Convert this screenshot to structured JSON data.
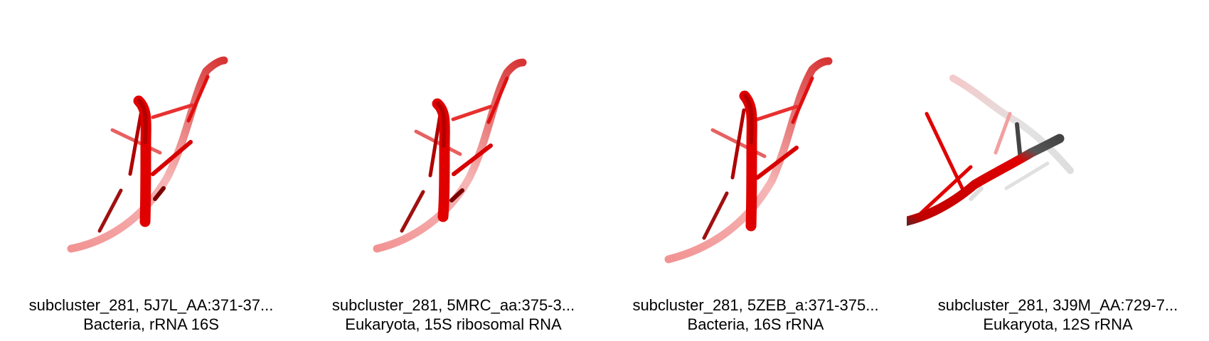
{
  "panels": [
    {
      "title": "subcluster_281, 5J7L_AA:371-37...",
      "subtitle": "Bacteria, rRNA 16S",
      "structure_color": "#e00000"
    },
    {
      "title": "subcluster_281, 5MRC_aa:375-3...",
      "subtitle": "Eukaryota, 15S ribosomal RNA",
      "structure_color": "#e00000"
    },
    {
      "title": "subcluster_281, 5ZEB_a:371-375...",
      "subtitle": "Bacteria, 16S rRNA",
      "structure_color": "#e00000"
    },
    {
      "title": "subcluster_281, 3J9M_AA:729-7...",
      "subtitle": "Eukaryota, 12S rRNA",
      "structure_color": "#e00000",
      "secondary_color": "#444444"
    }
  ]
}
